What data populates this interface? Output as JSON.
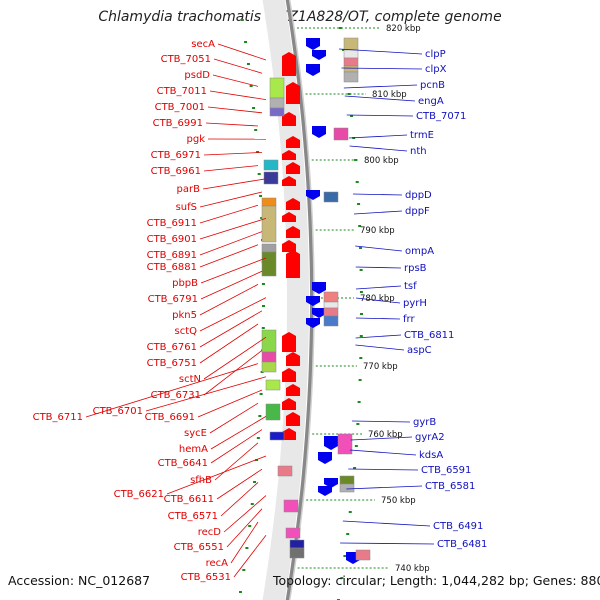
{
  "title": "Chlamydia trachomatis B/TZ1A828/OT, complete genome",
  "footer": {
    "accession": "Accession: NC_012687",
    "stats": "Topology: circular; Length: 1,044,282 bp; Genes: 880"
  },
  "ticks": [
    "820 kbp",
    "810 kbp",
    "800 kbp",
    "790 kbp",
    "780 kbp",
    "770 kbp",
    "760 kbp",
    "750 kbp",
    "740 kbp"
  ],
  "left_genes": [
    "secA",
    "CTB_7051",
    "psdD",
    "CTB_7011",
    "CTB_7001",
    "CTB_6991",
    "pgk",
    "CTB_6971",
    "CTB_6961",
    "parB",
    "sufS",
    "CTB_6911",
    "CTB_6901",
    "CTB_6891",
    "CTB_6881",
    "pbpB",
    "CTB_6791",
    "pkn5",
    "sctQ",
    "CTB_6761",
    "CTB_6751",
    "sctN",
    "CTB_6731",
    "CTB_6711",
    "CTB_6701",
    "CTB_6691",
    "sycE",
    "hemA",
    "CTB_6641",
    "sfhB",
    "CTB_6621",
    "CTB_6611",
    "CTB_6571",
    "recD",
    "CTB_6551",
    "recA",
    "CTB_6531"
  ],
  "right_genes": [
    "clpP",
    "clpX",
    "pcnB",
    "engA",
    "CTB_7071",
    "trmE",
    "nth",
    "dppD",
    "dppF",
    "ompA",
    "rpsB",
    "tsf",
    "pyrH",
    "frr",
    "CTB_6811",
    "aspC",
    "gyrB",
    "gyrA2",
    "kdsA",
    "CTB_6591",
    "CTB_6581",
    "CTB_6491",
    "CTB_6481"
  ],
  "colors": {
    "forward_strand": "#ff0000",
    "reverse_strand": "#0000ee",
    "left_label": "#e00000",
    "right_label": "#1010c0",
    "backbone": "#888888",
    "tick_mark": "#1a8a1a"
  }
}
